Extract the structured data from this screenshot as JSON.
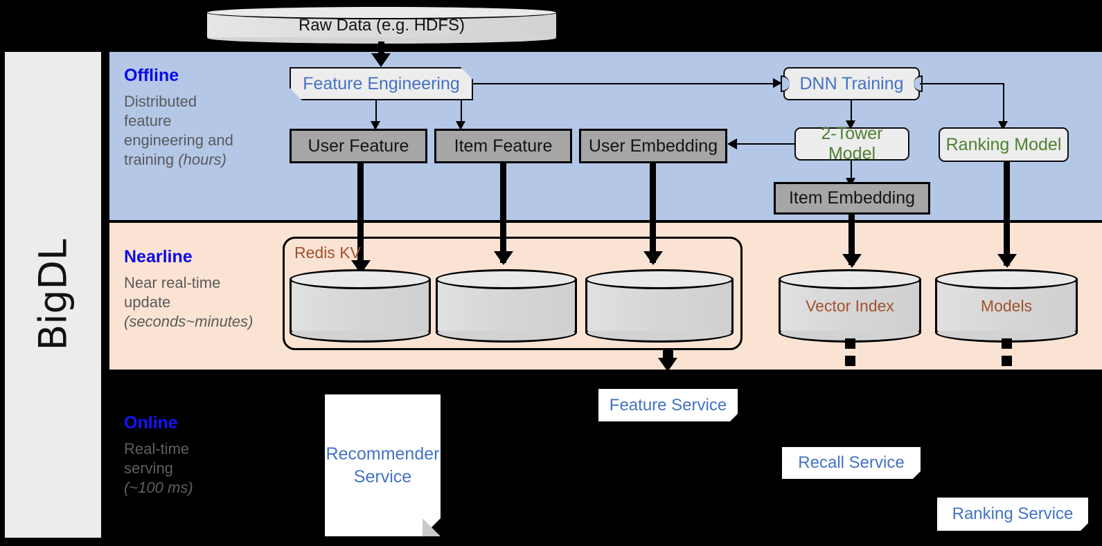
{
  "sidebar": {
    "label": "BigDL"
  },
  "top": {
    "raw_data": "Raw Data (e.g. HDFS)"
  },
  "bands": [
    {
      "key": "offline",
      "title": "Offline",
      "desc_line1": "Distributed",
      "desc_line2": "feature",
      "desc_line3": "engineering and",
      "desc_line4": "training ",
      "desc_italic": "(hours)",
      "bg": "#b4c7e7"
    },
    {
      "key": "nearline",
      "title": "Nearline",
      "desc_line1": "Near real-time",
      "desc_line2": "update",
      "desc_italic": "(seconds~minutes)",
      "bg": "#fbe3d3"
    },
    {
      "key": "online",
      "title": "Online",
      "desc_line1": "Real-time",
      "desc_line2": "serving",
      "desc_italic": "(~100 ms)",
      "bg": "#000000"
    }
  ],
  "offline": {
    "feature_engineering": "Feature Engineering",
    "dnn_training": "DNN Training",
    "user_feature": "User Feature",
    "item_feature": "Item Feature",
    "user_embedding": "User Embedding",
    "two_tower_model": "2-Tower Model",
    "ranking_model": "Ranking Model",
    "item_embedding": "Item Embedding"
  },
  "nearline": {
    "redis_kv": "Redis KV",
    "vector_index": "Vector Index",
    "models": "Models"
  },
  "online": {
    "recommender_service_l1": "Recommender",
    "recommender_service_l2": "Service",
    "feature_service": "Feature Service",
    "recall_service": "Recall Service",
    "ranking_service": "Ranking Service"
  },
  "colors": {
    "offline_bg": "#b4c7e7",
    "nearline_bg": "#fbe3d3",
    "online_bg": "#000000",
    "band_title": "#0a0ae8",
    "band_desc": "#5a5a5a",
    "process_text": "#4472c4",
    "model_text": "#4f8030",
    "store_text": "#a0522d",
    "data_box": "#a6a6a6",
    "sidebar_bg": "#ececec"
  }
}
